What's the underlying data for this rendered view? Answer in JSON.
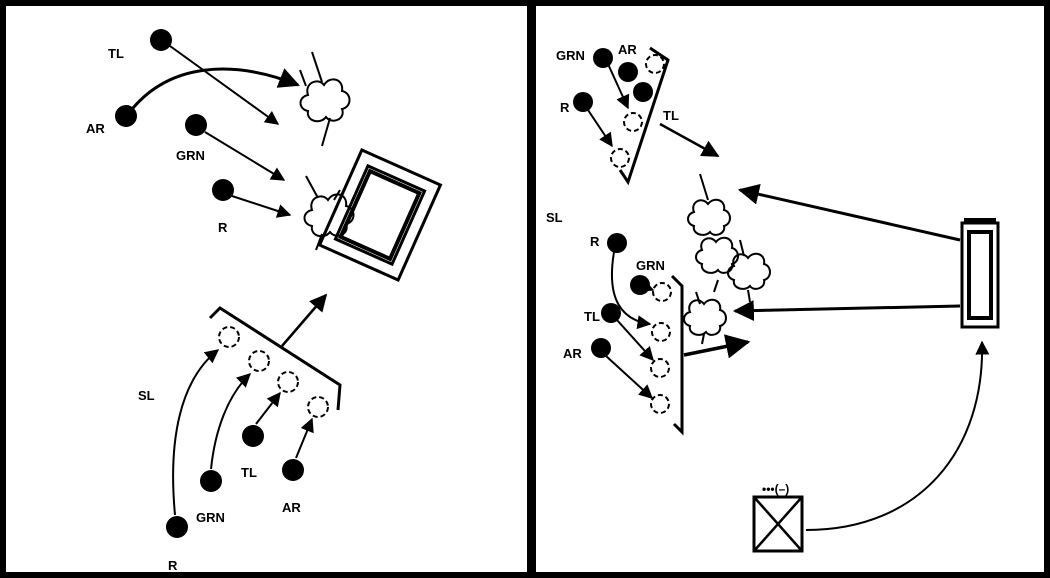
{
  "left_panel": {
    "labels": {
      "tl_top": "TL",
      "ar_top": "AR",
      "grn_top": "GRN",
      "r_top": "R",
      "sl": "SL",
      "tl_bottom": "TL",
      "ar_bottom": "AR",
      "grn_bottom": "GRN",
      "r_bottom": "R"
    }
  },
  "right_panel": {
    "labels": {
      "grn_top": "GRN",
      "ar_top": "AR",
      "r_top": "R",
      "tl_top": "TL",
      "sl": "SL",
      "r_mid": "R",
      "grn_mid": "GRN",
      "tl_mid": "TL",
      "ar_mid": "AR",
      "support_symbol": "•••(–)"
    }
  },
  "colors": {
    "ink": "#000000",
    "paper": "#ffffff"
  }
}
